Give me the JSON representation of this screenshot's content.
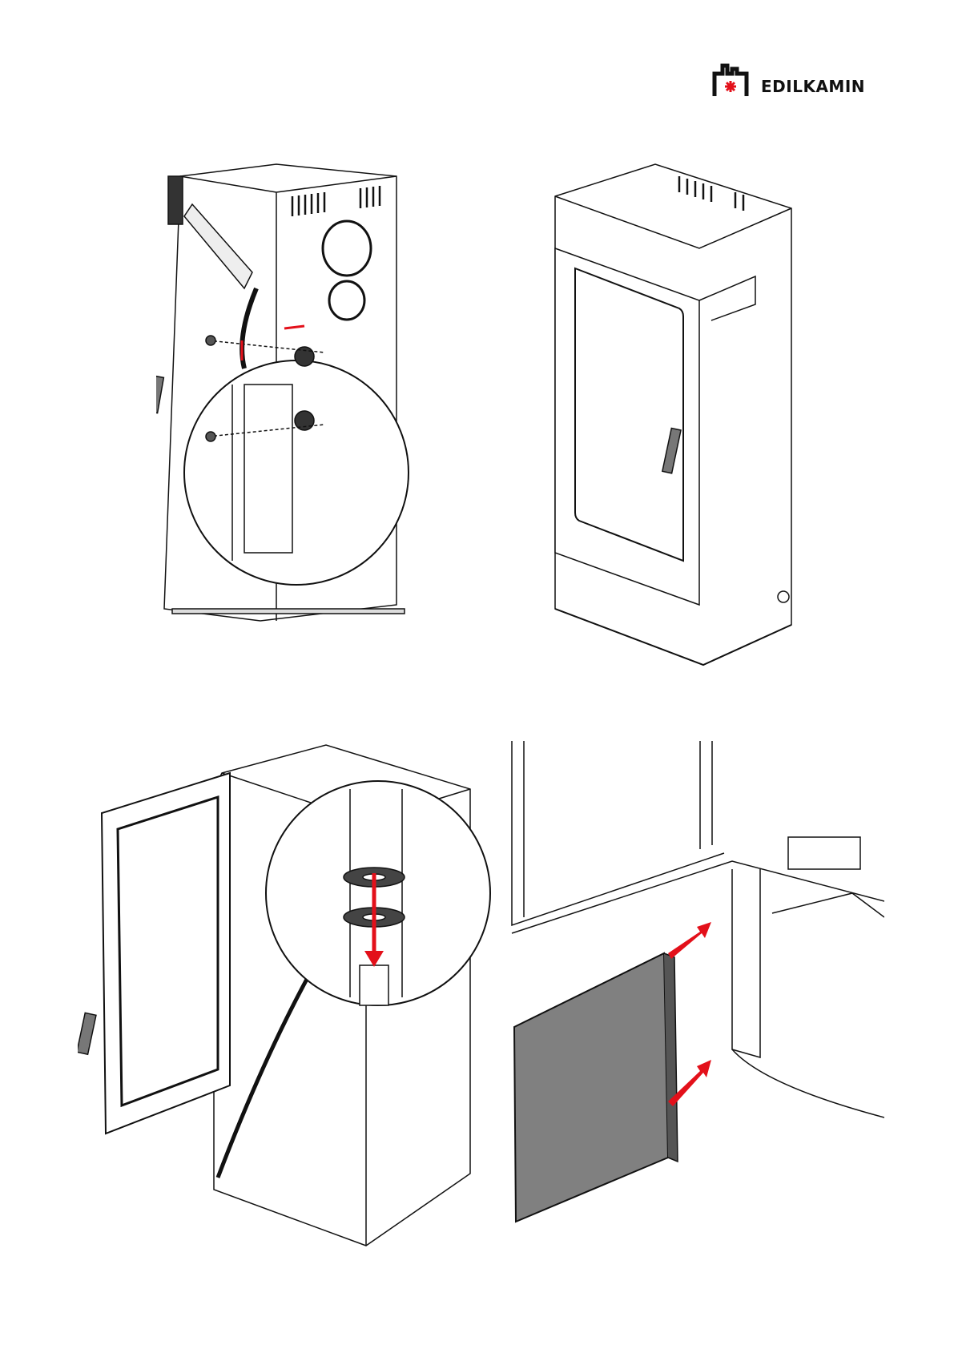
{
  "header": {
    "logo_text": "EDILKAMIN",
    "logo_icon": "chimney-snowflake-logo-icon",
    "accent": "#e3101a"
  },
  "figures": [
    {
      "id": "fig-rear-side-bracket-detail",
      "icon": "stove-rear-with-bracket-zoom"
    },
    {
      "id": "fig-stove-front-assembled",
      "icon": "stove-front-view"
    },
    {
      "id": "fig-door-hinge-washers",
      "icon": "stove-open-door-hinge-zoom"
    },
    {
      "id": "fig-side-panel-mounting",
      "icon": "side-panel-insertion"
    }
  ],
  "arrow_color": "#e3101a",
  "panel_color": "#808080"
}
